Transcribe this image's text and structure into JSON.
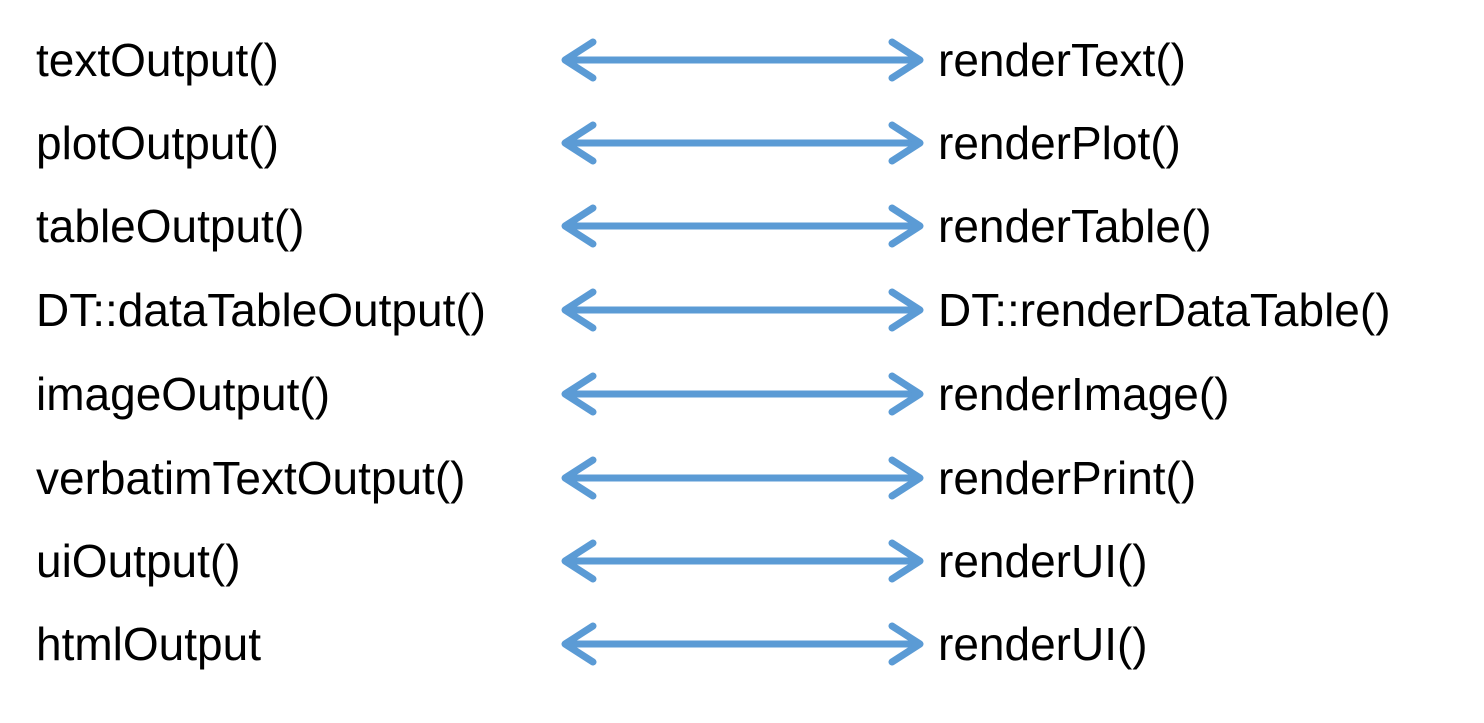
{
  "diagram": {
    "arrow_color": "#5b9bd5",
    "text_color": "#000000",
    "background": "#ffffff",
    "rows": [
      {
        "output": "textOutput()",
        "render": "renderText()"
      },
      {
        "output": "plotOutput()",
        "render": "renderPlot()"
      },
      {
        "output": "tableOutput()",
        "render": "renderTable()"
      },
      {
        "output": "DT::dataTableOutput()",
        "render": "DT::renderDataTable()"
      },
      {
        "output": "imageOutput()",
        "render": "renderImage()"
      },
      {
        "output": "verbatimTextOutput()",
        "render": "renderPrint()"
      },
      {
        "output": "uiOutput()",
        "render": "renderUI()"
      },
      {
        "output": "htmlOutput",
        "render": "renderUI()"
      }
    ]
  }
}
